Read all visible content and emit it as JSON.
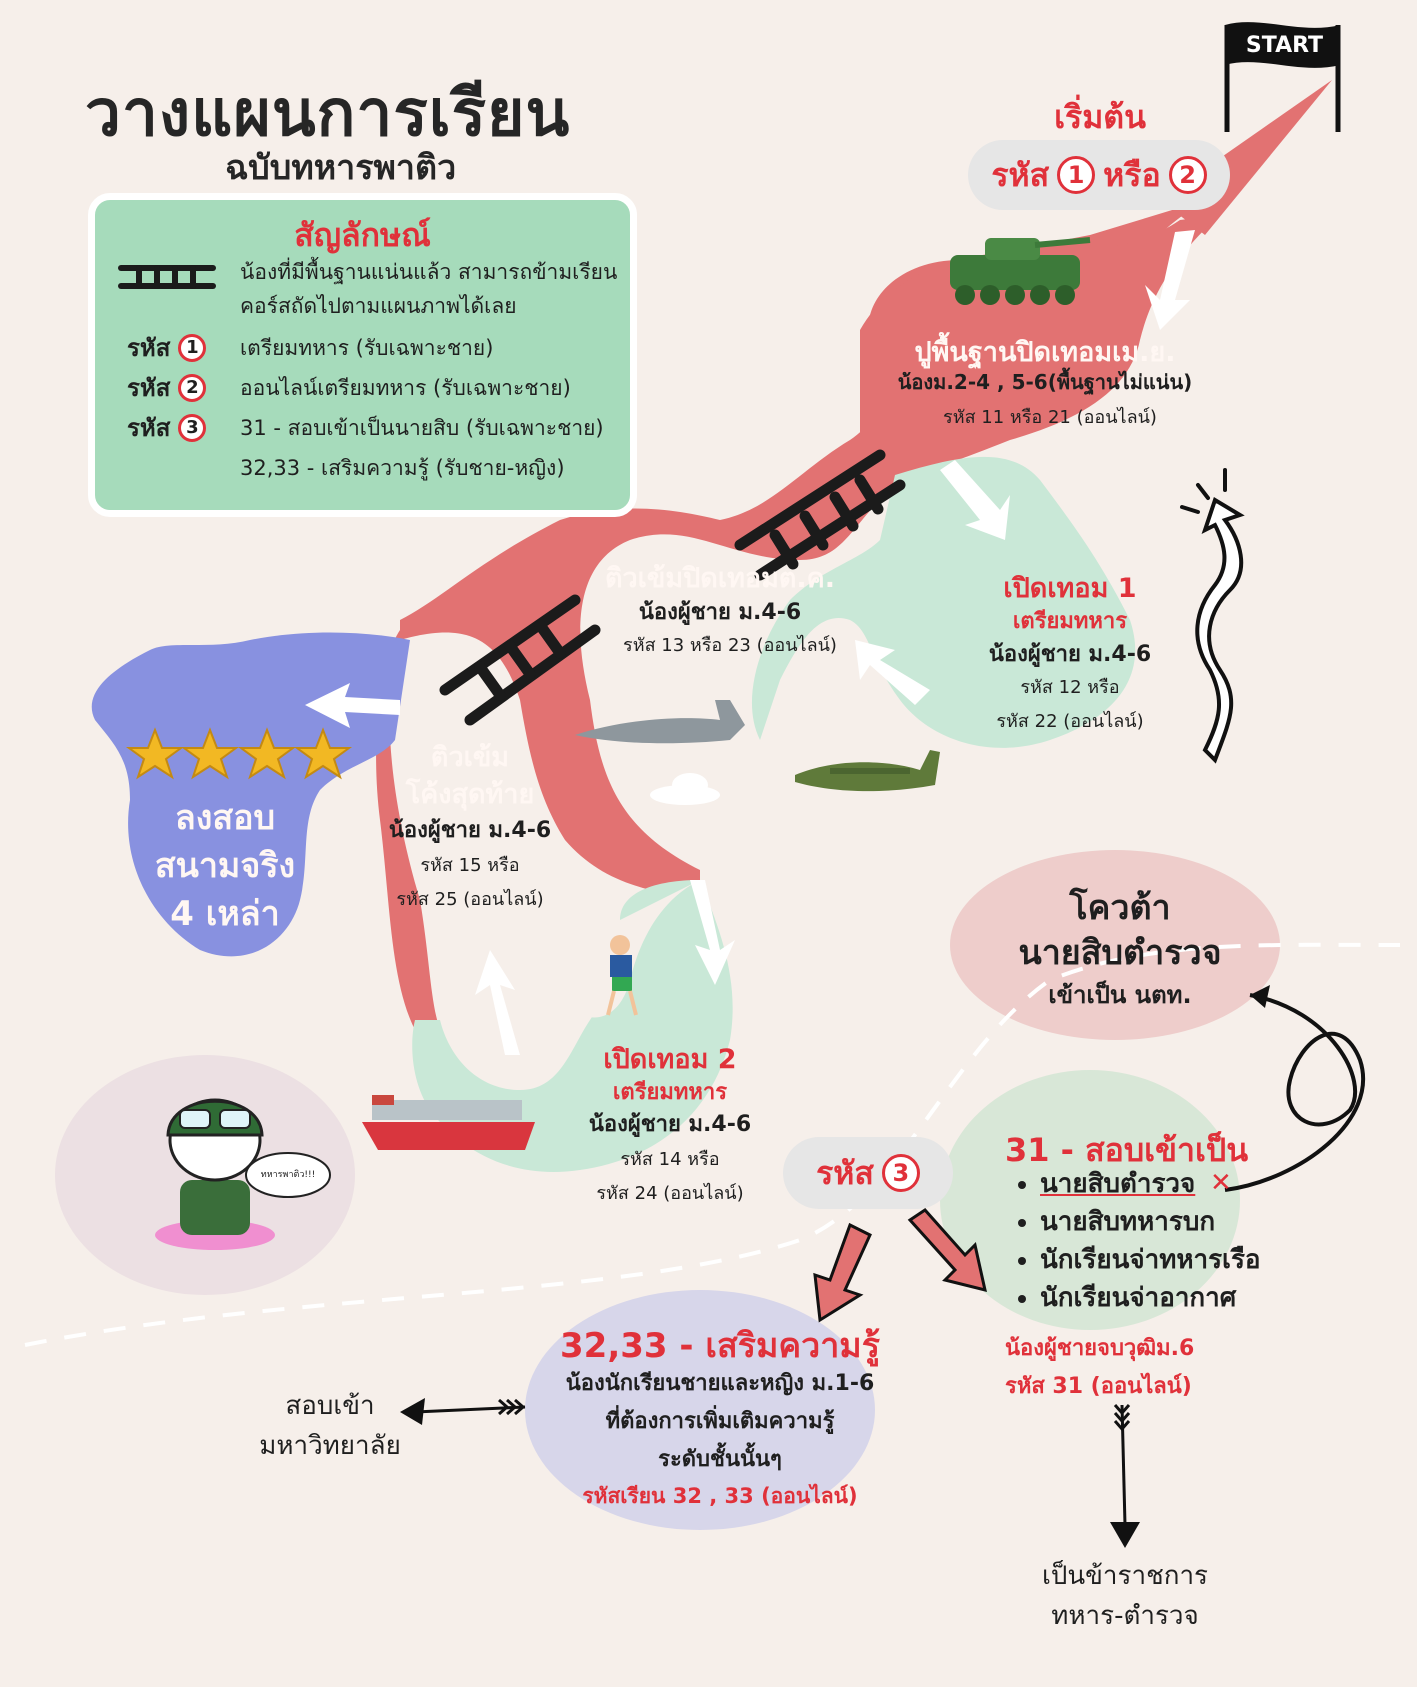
{
  "header": {
    "title": "วางแผนการเรียน",
    "subtitle": "ฉบับทหารพาติว"
  },
  "legend": {
    "title": "สัญลักษณ์",
    "ladder_text_line1": "น้องที่มีพื้นฐานแน่นแล้ว สามารถข้ามเรียน",
    "ladder_text_line2": "คอร์สถัดไปตามแผนภาพได้เลย",
    "codes": [
      {
        "label": "รหัส",
        "num": "1",
        "desc": "เตรียมทหาร (รับเฉพาะชาย)"
      },
      {
        "label": "รหัส",
        "num": "2",
        "desc": "ออนไลน์เตรียมทหาร (รับเฉพาะชาย)"
      },
      {
        "label": "รหัส",
        "num": "3",
        "desc": "31 - สอบเข้าเป็นนายสิบ (รับเฉพาะชาย)"
      }
    ],
    "extra_line": "32,33 - เสริมความรู้ (รับชาย-หญิง)"
  },
  "start": {
    "flag_text": "START",
    "heading": "เริ่มต้น",
    "code_label": "รหัส",
    "num1": "1",
    "or": "หรือ",
    "num2": "2"
  },
  "stages": {
    "april": {
      "title": "ปูพื้นฐานปิดเทอมเม.ย.",
      "who": "น้องม.2-4 , 5-6(พื้นฐานไม่แน่น)",
      "code": "รหัส 11 หรือ 21 (ออนไลน์)"
    },
    "term1": {
      "title": "เปิดเทอม 1",
      "sub": "เตรียมทหาร",
      "who": "น้องผู้ชาย ม.4-6",
      "code1": "รหัส 12 หรือ",
      "code2": "รหัส 22 (ออนไลน์)"
    },
    "october": {
      "title": "ติวเข้มปิดเทอมต.ค.",
      "who": "น้องผู้ชาย ม.4-6",
      "code": "รหัส 13 หรือ 23 (ออนไลน์)"
    },
    "term2": {
      "title": "เปิดเทอม 2",
      "sub": "เตรียมทหาร",
      "who": "น้องผู้ชาย ม.4-6",
      "code1": "รหัส 14 หรือ",
      "code2": "รหัส 24 (ออนไลน์)"
    },
    "final": {
      "title1": "ติวเข้ม",
      "title2": "โค้งสุดท้าย",
      "who": "น้องผู้ชาย ม.4-6",
      "code1": "รหัส 15 หรือ",
      "code2": "รหัส 25 (ออนไลน์)"
    },
    "exam": {
      "line1": "ลงสอบ",
      "line2": "สนามจริง",
      "line3": "4 เหล่า",
      "stars": 4
    }
  },
  "code3": {
    "label": "รหัส",
    "num": "3",
    "quota": {
      "line1": "โควต้า",
      "line2": "นายสิบตำรวจ",
      "line3": "เข้าเป็น นตท."
    },
    "nco": {
      "title": "31 - สอบเข้าเป็น",
      "items": [
        "นายสิบตำรวจ",
        "นายสิบทหารบก",
        "นักเรียนจ่าทหารเรือ",
        "นักเรียนจ่าอากาศ"
      ],
      "who": "น้องผู้ชายจบวุฒิม.6",
      "code": "รหัส 31 (ออนไลน์)",
      "result_line1": "เป็นข้าราชการ",
      "result_line2": "ทหาร-ตำรวจ"
    },
    "extra": {
      "title": "32,33 - เสริมความรู้",
      "line1": "น้องนักเรียนชายและหญิง ม.1-6",
      "line2": "ที่ต้องการเพิ่มเติมความรู้",
      "line3": "ระดับชั้นนั้นๆ",
      "code": "รหัสเรียน 32 , 33 (ออนไลน์)",
      "result_line1": "สอบเข้า",
      "result_line2": "มหาวิทยาลัย"
    }
  },
  "mascot": {
    "speech": "ทหารพาติว!!!"
  },
  "colors": {
    "background": "#f6efea",
    "path_red": "#e27272",
    "path_green": "#c9e8d7",
    "exam_blue": "#8891e0",
    "legend_green": "#a6dbbb",
    "accent_red": "#e0313a"
  }
}
